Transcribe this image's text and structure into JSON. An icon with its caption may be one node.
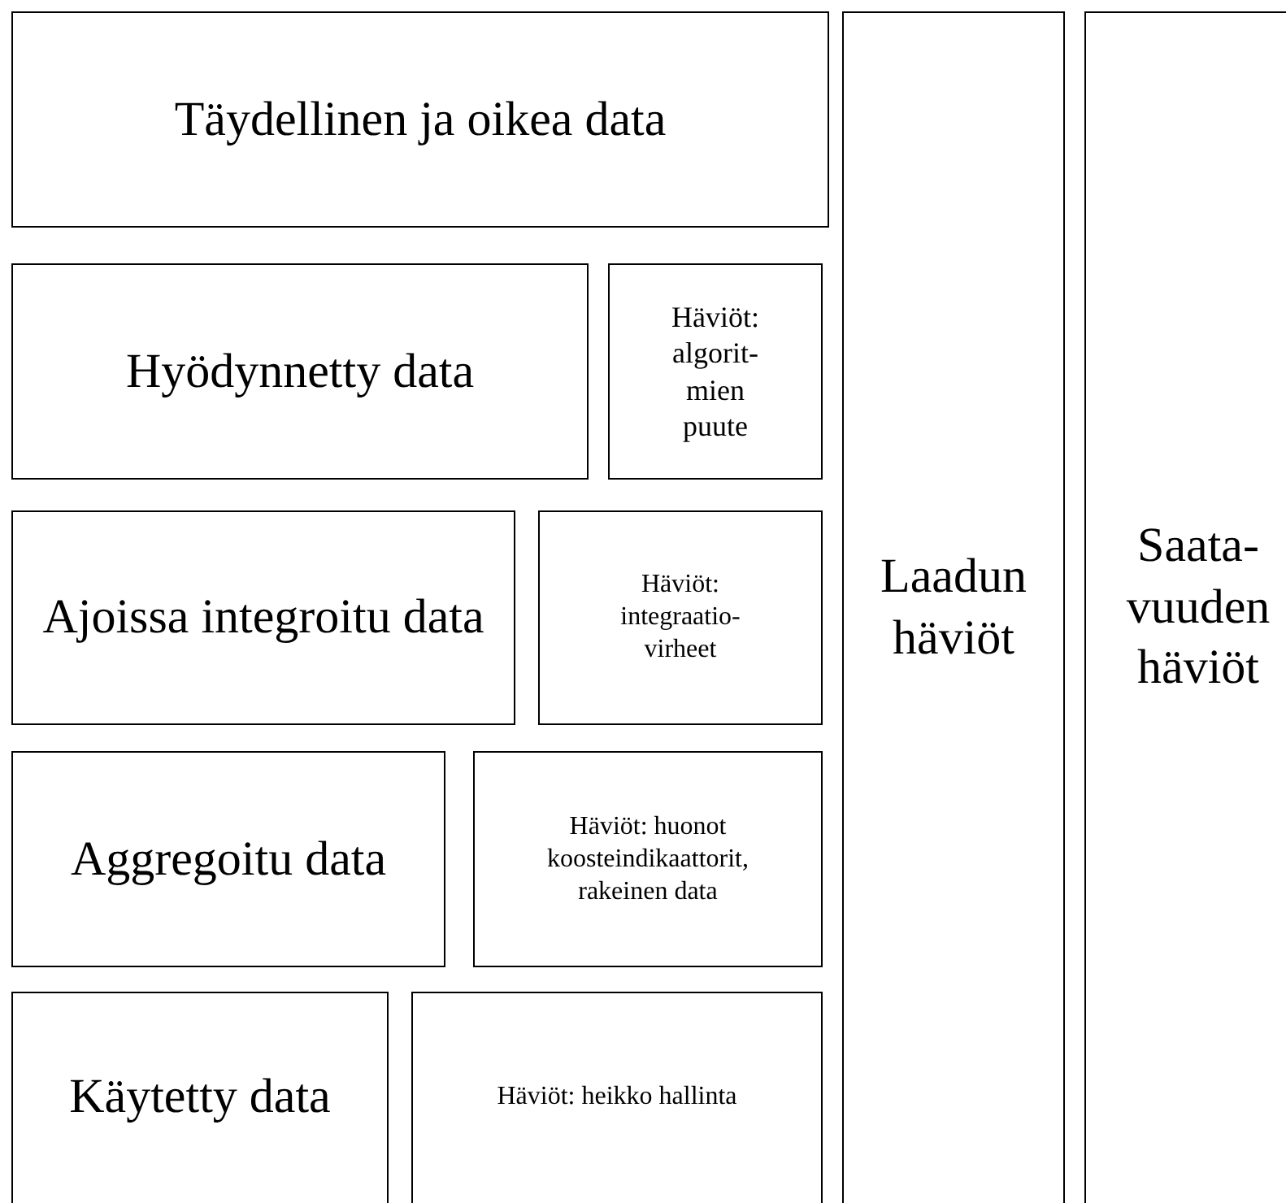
{
  "diagram": {
    "nodes": [
      {
        "text": [
          "Täydellinen ja oikea data"
        ]
      },
      {
        "text": [
          "Laadun häviöt"
        ]
      },
      {
        "text": [
          "Saata- vuuden häviöt"
        ]
      },
      {
        "text": [
          "Hyödynnetty data"
        ]
      },
      {
        "text": [
          "Häviöt: algorit- mien puute"
        ]
      },
      {
        "text": [
          "Ajoissa integroitu data"
        ]
      },
      {
        "text": [
          "Häviöt: integraatio- virheet"
        ]
      },
      {
        "text": [
          "Aggregoitu data"
        ]
      },
      {
        "text": [
          "Häviöt: huonot koosteindikaattorit, rakeinen data"
        ]
      },
      {
        "text": [
          "Käytetty data"
        ]
      },
      {
        "text": [
          "Häviöt: heikko hallinta"
        ]
      }
    ]
  }
}
